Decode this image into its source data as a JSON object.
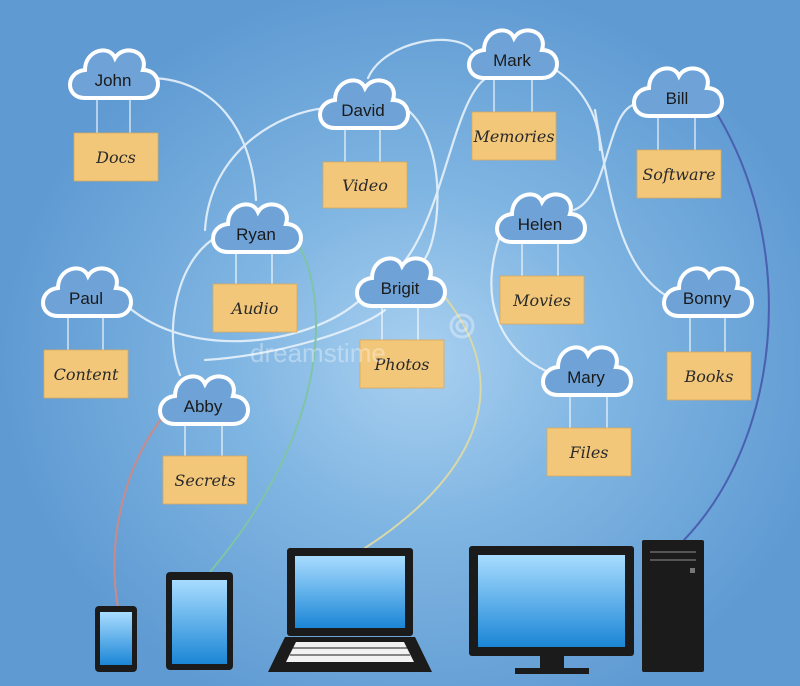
{
  "colors": {
    "background": "#6fa8dc",
    "cloud_fill": "#6fa3d8",
    "cloud_stroke": "#ffffff",
    "note_fill": "#f2c77a",
    "device_body": "#1b1b1b",
    "screen": "#3aa0e0"
  },
  "watermark": "dreamstime",
  "nodes": [
    {
      "id": "john",
      "name": "John",
      "tag": "Docs"
    },
    {
      "id": "david",
      "name": "David",
      "tag": "Video"
    },
    {
      "id": "mark",
      "name": "Mark",
      "tag": "Memories"
    },
    {
      "id": "bill",
      "name": "Bill",
      "tag": "Software"
    },
    {
      "id": "ryan",
      "name": "Ryan",
      "tag": "Audio"
    },
    {
      "id": "helen",
      "name": "Helen",
      "tag": "Movies"
    },
    {
      "id": "paul",
      "name": "Paul",
      "tag": "Content"
    },
    {
      "id": "brigit",
      "name": "Brigit",
      "tag": "Photos"
    },
    {
      "id": "bonny",
      "name": "Bonny",
      "tag": "Books"
    },
    {
      "id": "mary",
      "name": "Mary",
      "tag": "Files"
    },
    {
      "id": "abby",
      "name": "Abby",
      "tag": "Secrets"
    }
  ],
  "devices": [
    {
      "id": "phone",
      "icon": "smartphone-icon"
    },
    {
      "id": "tablet",
      "icon": "tablet-icon"
    },
    {
      "id": "laptop",
      "icon": "laptop-icon"
    },
    {
      "id": "monitor",
      "icon": "monitor-icon"
    },
    {
      "id": "tower",
      "icon": "pc-tower-icon"
    }
  ]
}
